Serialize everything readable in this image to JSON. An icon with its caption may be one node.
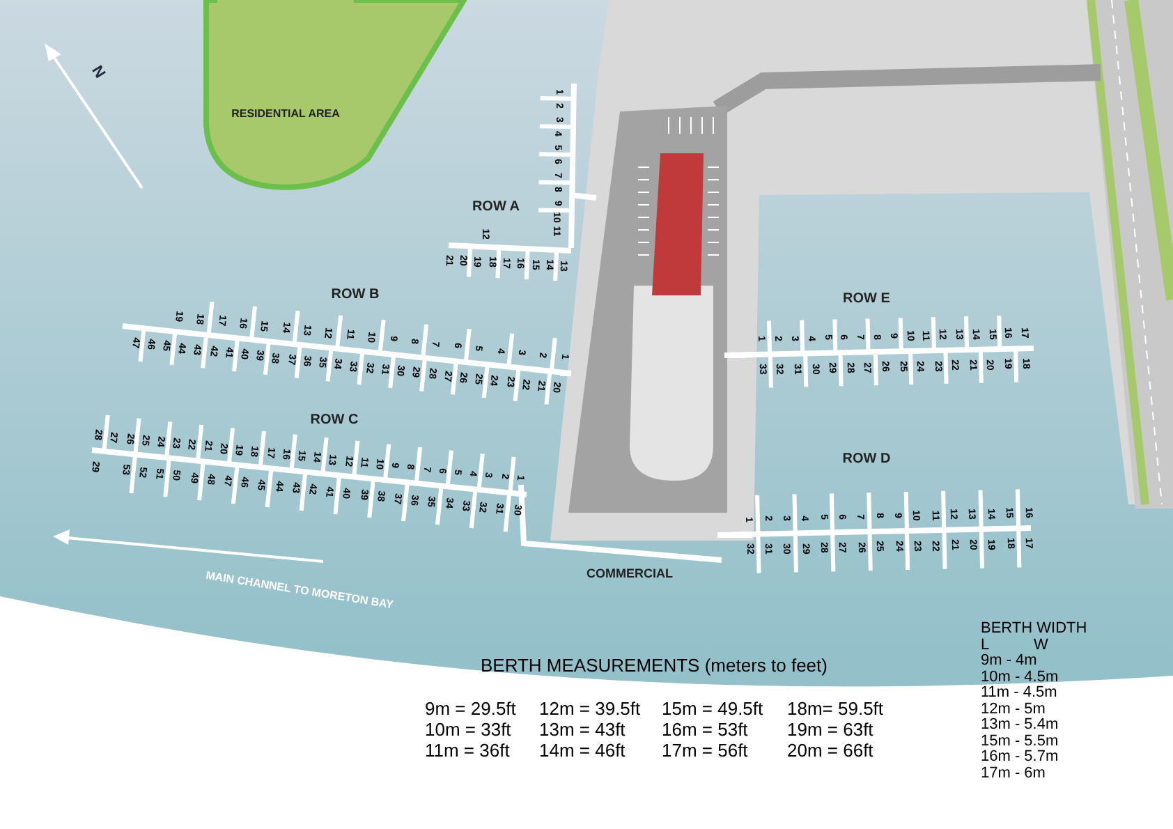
{
  "diagram": {
    "nodes": [
      {
        "text": [
          "RESIDENTIAL AREA"
        ]
      }
    ],
    "labels": [
      "N",
      "ROW A",
      "1",
      "2",
      "3",
      "4",
      "5",
      "6",
      "7",
      "8",
      "9",
      "10",
      "11",
      "12",
      "13",
      "14",
      "15",
      "16",
      "17",
      "18",
      "19",
      "20",
      "21",
      "ROW B",
      "1",
      "2",
      "3",
      "4",
      "5",
      "6",
      "7",
      "8",
      "9",
      "10",
      "11",
      "12",
      "13",
      "14",
      "15",
      "16",
      "17",
      "18",
      "19",
      "20",
      "21",
      "22",
      "23",
      "24",
      "25",
      "26",
      "27",
      "28",
      "29",
      "30",
      "31",
      "32",
      "33",
      "34",
      "35",
      "36",
      "37",
      "38",
      "39",
      "40",
      "41",
      "42",
      "43",
      "44",
      "45",
      "46",
      "47",
      "ROW E",
      "1",
      "2",
      "3",
      "4",
      "5",
      "6",
      "7",
      "8",
      "9",
      "10",
      "11",
      "12",
      "13",
      "14",
      "15",
      "16",
      "17",
      "18",
      "19",
      "20",
      "21",
      "22",
      "23",
      "24",
      "25",
      "26",
      "27",
      "28",
      "29",
      "30",
      "31",
      "32",
      "33",
      "ROW C",
      "1",
      "2",
      "3",
      "4",
      "5",
      "6",
      "7",
      "8",
      "9",
      "10",
      "11",
      "12",
      "13",
      "14",
      "15",
      "16",
      "17",
      "18",
      "19",
      "20",
      "21",
      "22",
      "23",
      "24",
      "25",
      "26",
      "27",
      "28",
      "29",
      "30",
      "31",
      "32",
      "33",
      "34",
      "35",
      "36",
      "37",
      "38",
      "39",
      "40",
      "41",
      "42",
      "43",
      "44",
      "45",
      "46",
      "47",
      "48",
      "49",
      "50",
      "51",
      "52",
      "53",
      "ROW D",
      "1",
      "2",
      "3",
      "4",
      "5",
      "6",
      "7",
      "8",
      "9",
      "10",
      "11",
      "12",
      "13",
      "14",
      "15",
      "16",
      "17",
      "18",
      "19",
      "20",
      "21",
      "22",
      "23",
      "24",
      "25",
      "26",
      "27",
      "28",
      "29",
      "30",
      "31",
      "32",
      "COMMERCIAL",
      "MAIN CHANNEL TO MORETON BAY",
      "BERTH MEASUREMENTS (meters to feet)",
      "9m = 29.5ft",
      "12m = 39.5ft",
      "15m = 49.5ft",
      "18m= 59.5ft",
      "10m = 33ft",
      "13m = 43ft",
      "16m = 53ft",
      "19m = 63ft",
      "11m = 36ft",
      "14m = 46ft",
      "17m = 56ft",
      "20m = 66ft",
      "BERTH WIDTH",
      "L",
      "W",
      "9m - 4m",
      "10m - 4.5m",
      "11m - 4.5m",
      "12m - 5m",
      "13m - 5.4m",
      "15m - 5.5m",
      "16m - 5.7m",
      "17m - 6m"
    ]
  }
}
